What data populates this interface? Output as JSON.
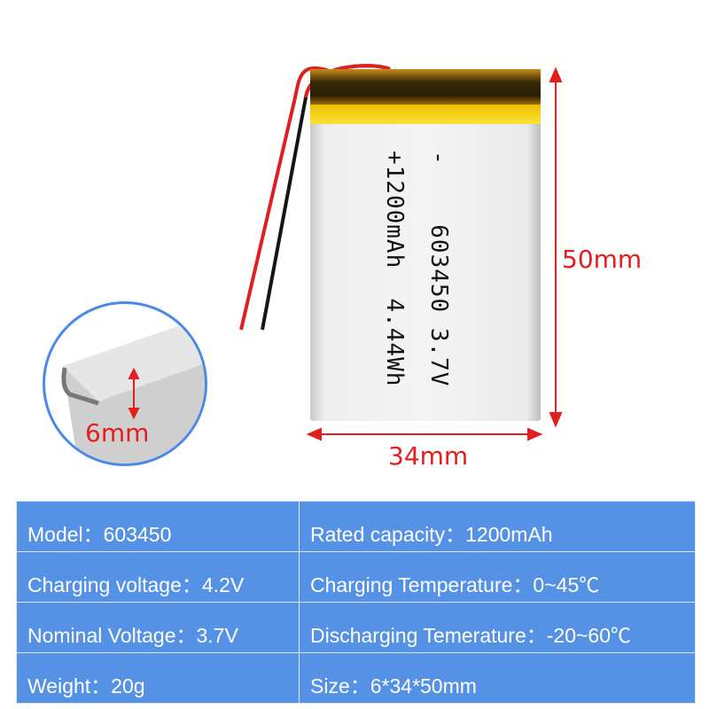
{
  "battery_label": {
    "line1": "-    603450 3.7V",
    "line2": "+1200mAh  4.44Wh"
  },
  "dimensions": {
    "height": "50mm",
    "width": "34mm",
    "thickness": "6mm"
  },
  "specs": [
    {
      "left": "Model：603450",
      "right": "Rated capacity：1200mAh"
    },
    {
      "left": "Charging voltage：4.2V",
      "right": "Charging Temperature：0~45℃"
    },
    {
      "left": "Nominal Voltage：3.7V",
      "right": "Discharging Temerature：-20~60℃"
    },
    {
      "left": "Weight：20g",
      "right": "Size：6*34*50mm"
    }
  ],
  "colors": {
    "table_bg": "#5592e6",
    "dimension": "#e41d1d",
    "inset_border": "#4a8ae6"
  }
}
